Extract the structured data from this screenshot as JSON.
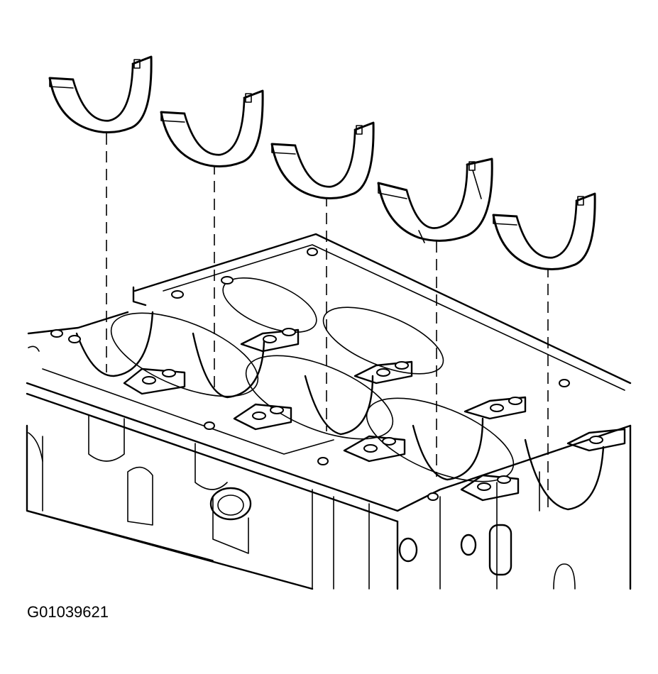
{
  "figure": {
    "id_label": "G01039621"
  },
  "parts": [
    {
      "name": "upper-main-bearing-1"
    },
    {
      "name": "upper-main-bearing-2"
    },
    {
      "name": "upper-main-bearing-3"
    },
    {
      "name": "upper-main-bearing-4"
    },
    {
      "name": "upper-main-bearing-5"
    }
  ]
}
